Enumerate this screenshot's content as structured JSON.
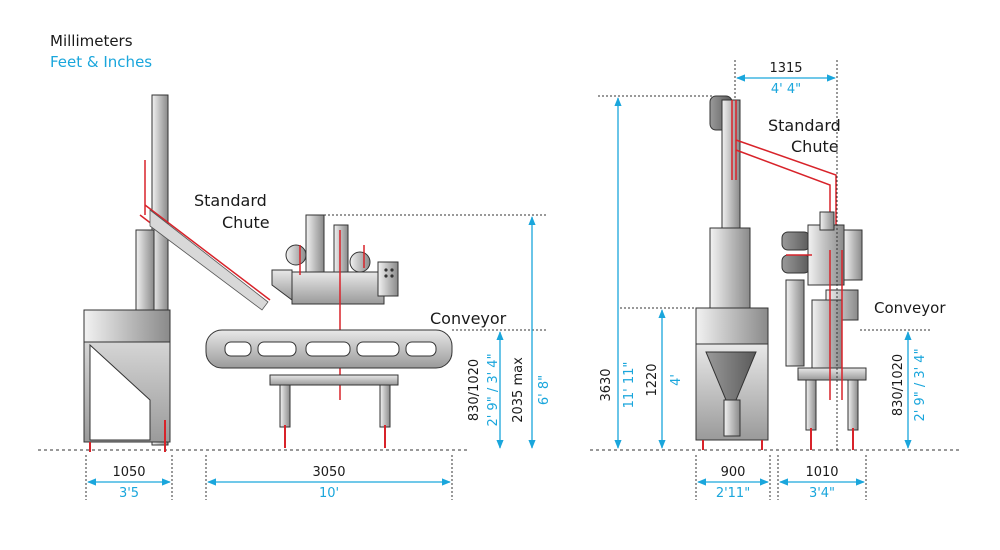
{
  "legend": {
    "metric": "Millimeters",
    "imperial": "Feet & Inches"
  },
  "labels": {
    "left_chute": [
      "Standard",
      "Chute"
    ],
    "conveyor_left": "Conveyor",
    "right_chute": [
      "Standard",
      "Chute"
    ],
    "conveyor_right": "Conveyor"
  },
  "dims": {
    "base_width_mm": "1050",
    "base_width_ft": "3'5",
    "conveyor_length_mm": "3050",
    "conveyor_length_ft": "10'",
    "conveyor_height_mm": "830/1020",
    "conveyor_height_ft": "2' 9\" / 3' 4\"",
    "max_height_mm": "2035 max",
    "max_height_ft": "6' 8\"",
    "top_width_mm": "1315",
    "top_width_ft": "4' 4\"",
    "total_height_mm": "3630",
    "total_height_ft": "11' 11\"",
    "hopper_height_mm": "1220",
    "hopper_height_ft": "4'",
    "right_conveyor_height_mm": "830/1020",
    "right_conveyor_height_ft": "2' 9\" / 3' 4\"",
    "hopper_width_mm": "900",
    "hopper_width_ft": "2'11\"",
    "conveyor_width_mm": "1010",
    "conveyor_width_ft": "3'4\""
  },
  "colors": {
    "metric": "#1a1a1a",
    "imperial": "#1aa6dc",
    "accent": "#d8232a"
  }
}
